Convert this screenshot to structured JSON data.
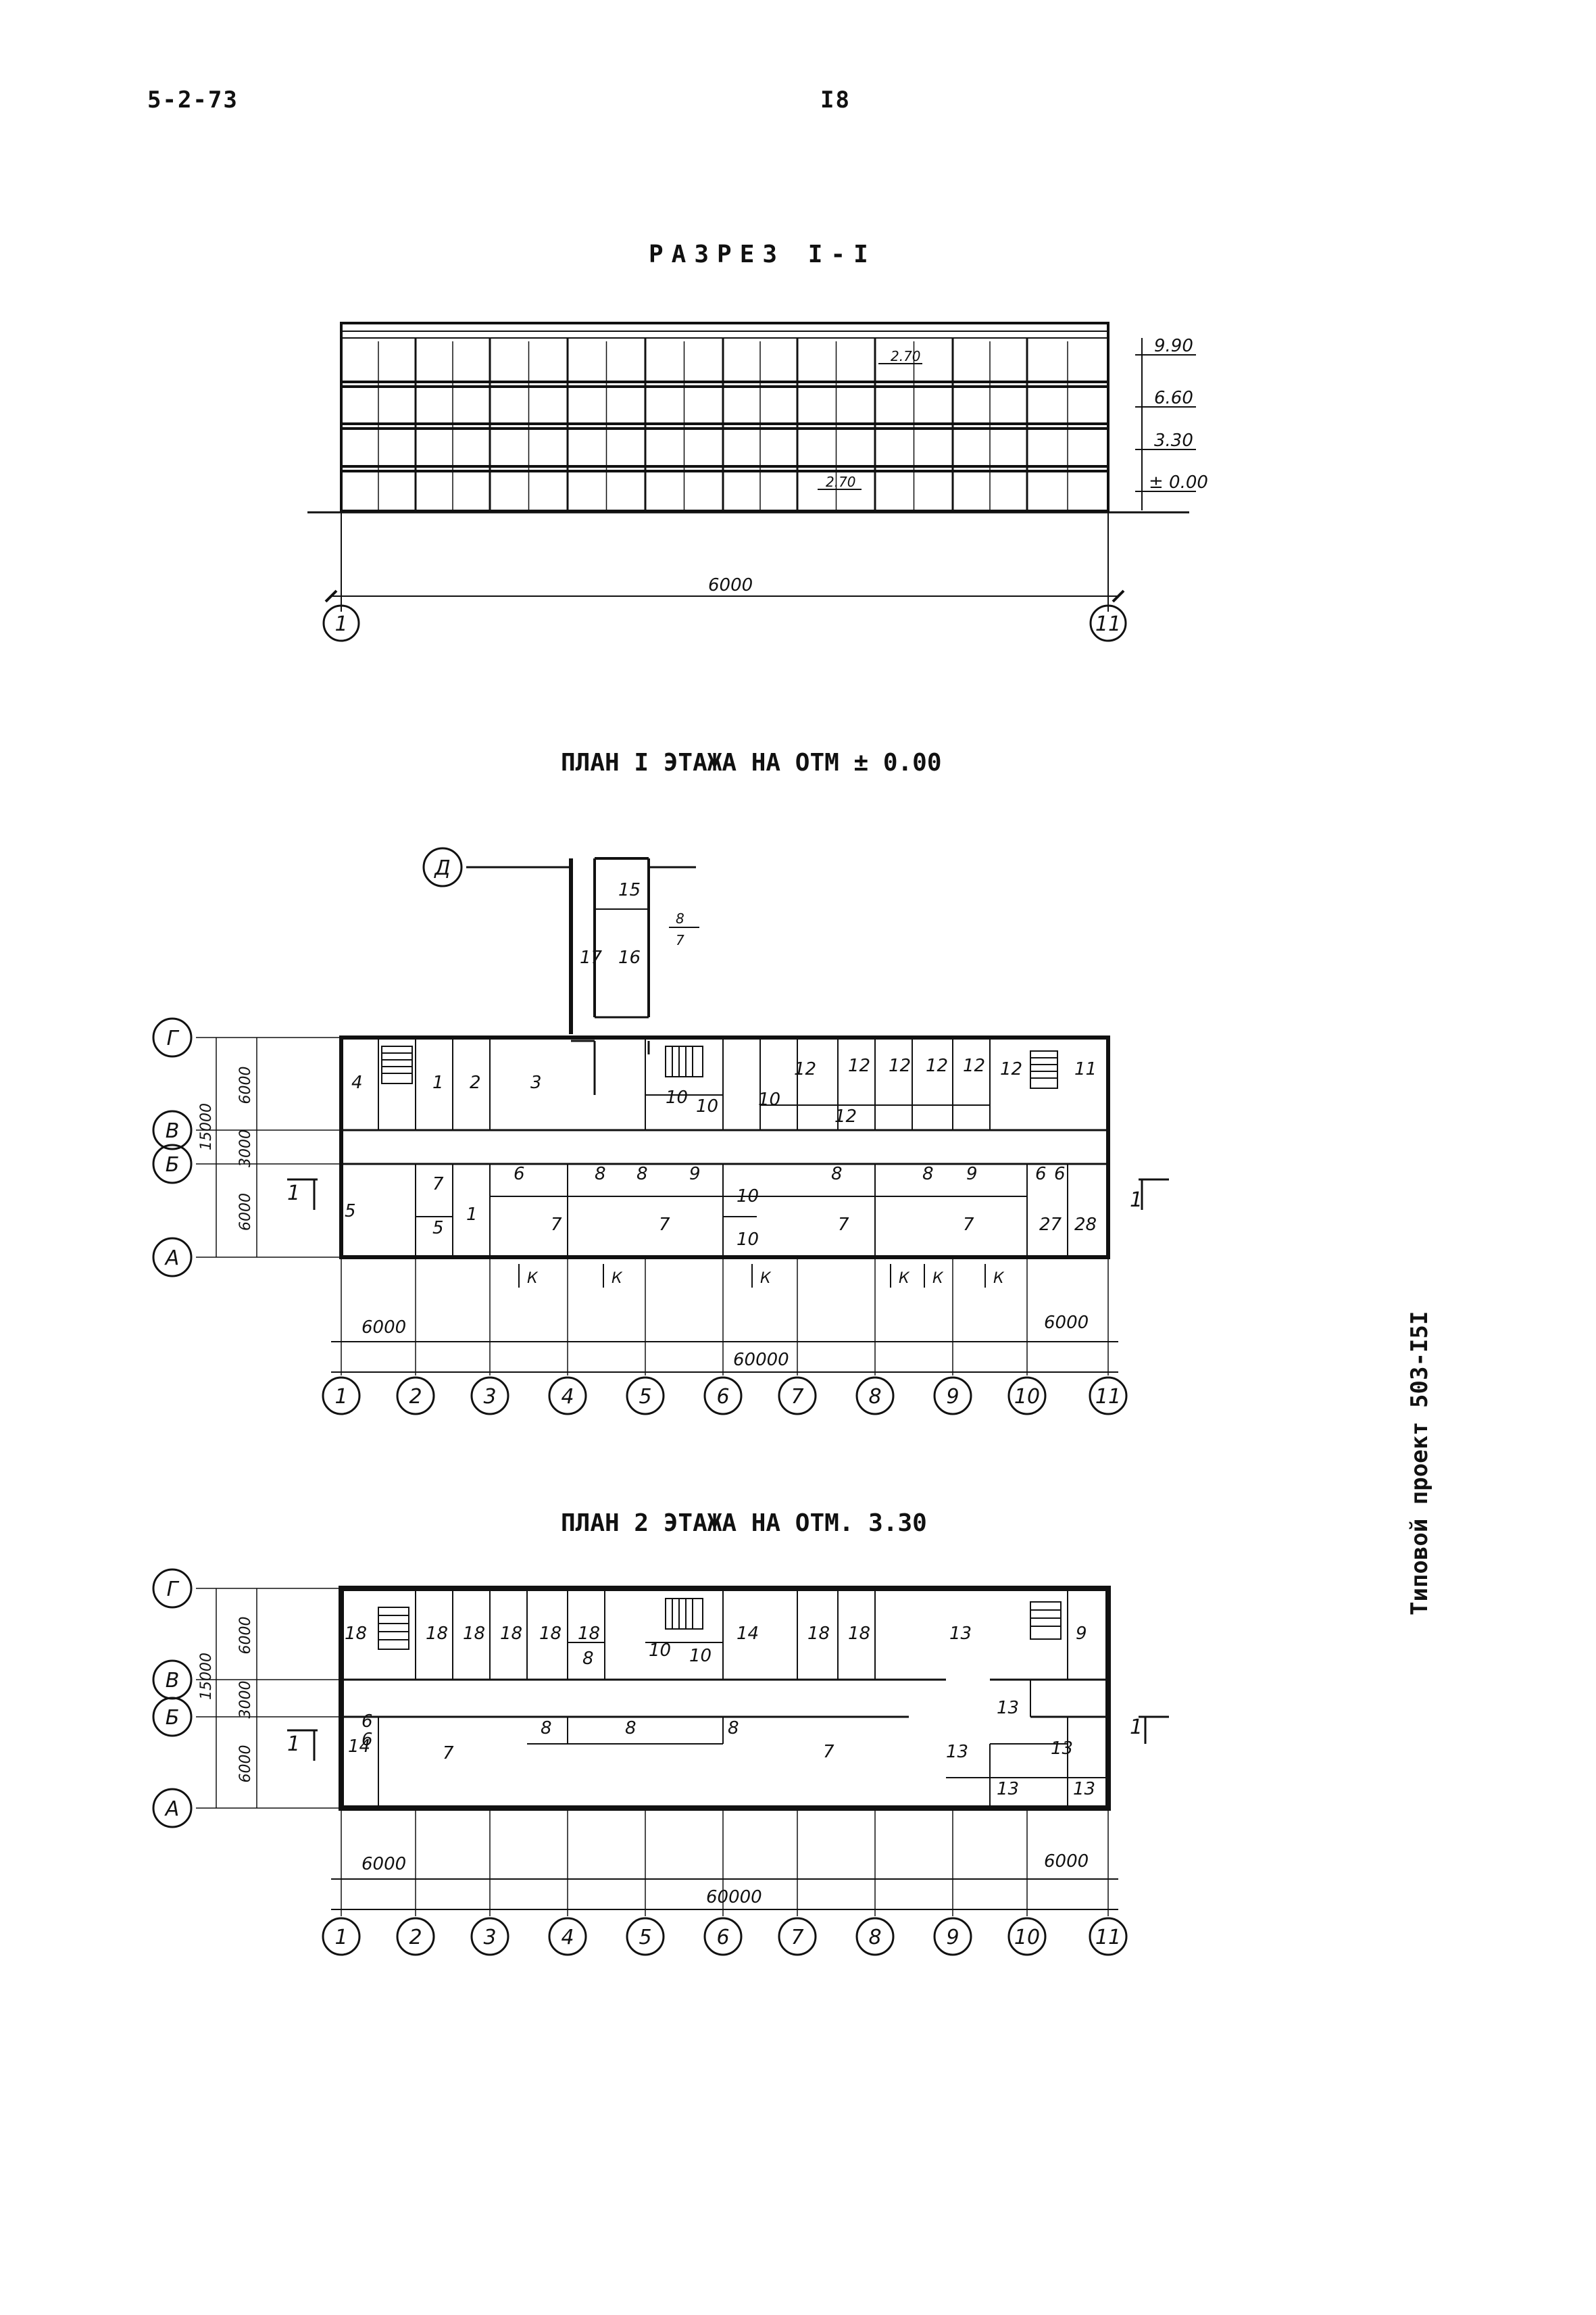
{
  "header": {
    "doc_code": "5-2-73",
    "page_number": "I8"
  },
  "side_caption": "Типовой проект 503-I5I",
  "section": {
    "title": "РАЗРЕЗ I-I",
    "levels": [
      "9.90",
      "6.60",
      "3.30",
      "± 0.00"
    ],
    "ceiling_height_marks": [
      "2.70",
      "2.70"
    ],
    "overall_dimension": "6000",
    "axes": [
      "1",
      "11"
    ]
  },
  "plan1": {
    "title": "ПЛАН I ЭТАЖА НА ОТМ ± 0.00",
    "row_axes": [
      "Д",
      "Г",
      "В",
      "Б",
      "А"
    ],
    "column_axes": [
      "1",
      "2",
      "3",
      "4",
      "5",
      "6",
      "7",
      "8",
      "9",
      "10",
      "11"
    ],
    "row_dimensions": [
      "6000",
      "3000",
      "6000",
      "15000"
    ],
    "bottom_dimensions": {
      "left": "6000",
      "right": "6000",
      "total": "60000"
    },
    "entrance_marks": [
      "К",
      "К",
      "К",
      "К",
      "К",
      "К"
    ],
    "section_mark": "1",
    "annex_note": {
      "numerator": "8",
      "denominator": "7"
    },
    "rooms": [
      "1",
      "2",
      "3",
      "4",
      "15",
      "16",
      "17",
      "10",
      "10",
      "10",
      "12",
      "12",
      "12",
      "12",
      "12",
      "12",
      "12",
      "11",
      "7",
      "5",
      "1",
      "6",
      "8",
      "8",
      "9",
      "8",
      "8",
      "9",
      "6",
      "6",
      "7",
      "7",
      "7",
      "7",
      "10",
      "10",
      "27",
      "28",
      "5"
    ]
  },
  "plan2": {
    "title": "ПЛАН 2 ЭТАЖА НА ОТМ. 3.30",
    "row_axes": [
      "Г",
      "В",
      "Б",
      "А"
    ],
    "column_axes": [
      "1",
      "2",
      "3",
      "4",
      "5",
      "6",
      "7",
      "8",
      "9",
      "10",
      "11"
    ],
    "row_dimensions": [
      "6000",
      "3000",
      "6000",
      "15000"
    ],
    "bottom_dimensions": {
      "left": "6000",
      "right": "6000",
      "total": "60000"
    },
    "section_mark": "1",
    "rooms": [
      "18",
      "18",
      "18",
      "18",
      "18",
      "18",
      "8",
      "10",
      "10",
      "14",
      "18",
      "18",
      "13",
      "9",
      "7",
      "8",
      "8",
      "8",
      "7",
      "13",
      "13",
      "13",
      "13",
      "13",
      "14",
      "6",
      "6"
    ]
  }
}
